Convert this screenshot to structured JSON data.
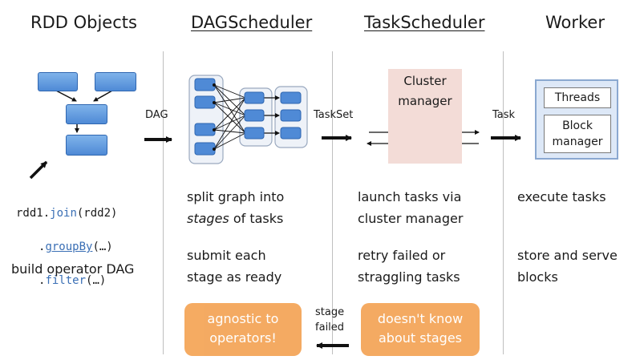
{
  "headers": {
    "rdd_objects": "RDD Objects",
    "dag_scheduler": "DAGScheduler",
    "task_scheduler": "TaskScheduler",
    "worker": "Worker"
  },
  "code": {
    "line1_prefix": "rdd1.",
    "line1_fn": "join",
    "line1_suffix": "(rdd2)",
    "line2_prefix": "  .",
    "line2_fn": "groupBy",
    "line2_suffix": "(…)",
    "line3_prefix": "  .",
    "line3_fn": "filter",
    "line3_suffix": "(…)"
  },
  "labels": {
    "dag": "DAG",
    "taskset": "TaskSet",
    "task": "Task",
    "stage_failed_1": "stage",
    "stage_failed_2": "failed"
  },
  "cluster_manager": {
    "line1": "Cluster",
    "line2": "manager"
  },
  "worker_box": {
    "threads": "Threads",
    "block_1": "Block",
    "block_2": "manager"
  },
  "descriptions": {
    "build_dag": "build operator DAG",
    "split_1_pre": "split graph into",
    "split_2_em": "stages",
    "split_2_post": " of tasks",
    "submit_1": "submit each",
    "submit_2": "stage as ready",
    "launch_1": "launch tasks via",
    "launch_2": "cluster manager",
    "retry_1": "retry failed or",
    "retry_2": "straggling tasks",
    "execute": "execute tasks",
    "store_1": "store and serve",
    "store_2": "blocks"
  },
  "callouts": {
    "agnostic_1": "agnostic to",
    "agnostic_2": "operators!",
    "dontknow_1": "doesn't know",
    "dontknow_2": "about stages"
  },
  "colors": {
    "node_blue": "#4f8ad6",
    "cluster_bg": "#f3dcd7",
    "worker_bg": "#dde8f7",
    "callout_orange": "#f4a65a"
  }
}
